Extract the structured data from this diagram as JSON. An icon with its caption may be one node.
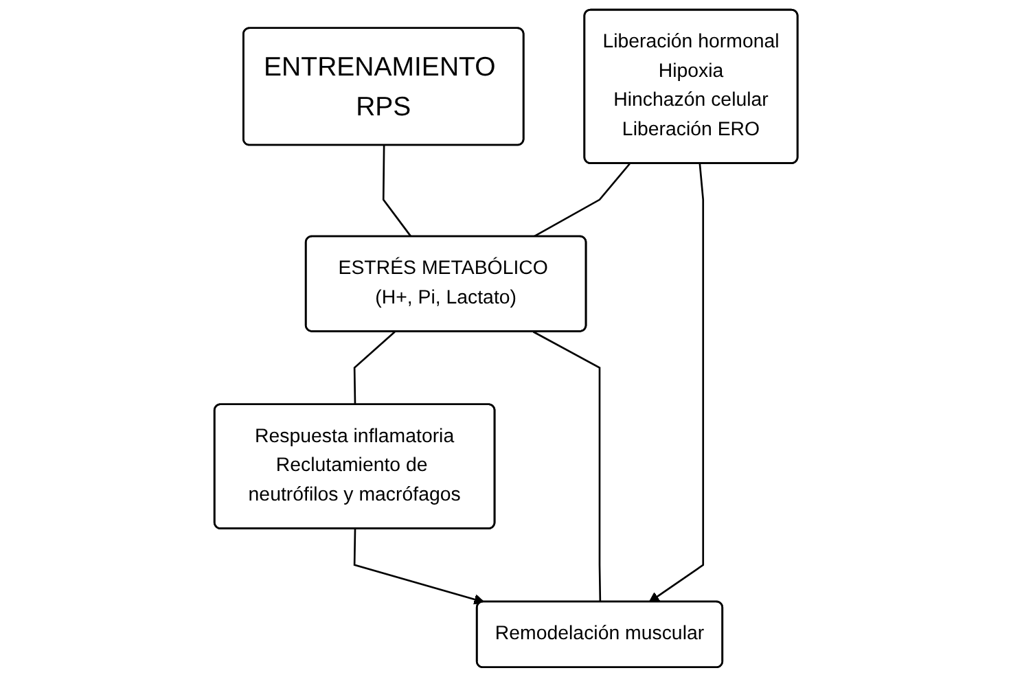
{
  "diagram": {
    "nodes": [
      {
        "text": [
          "ENTRENAMIENTO RPS"
        ]
      },
      {
        "text": [
          "Liberación hormonal",
          "Hipoxia",
          "Hinchazón celular",
          "Liberación ERO"
        ]
      },
      {
        "text": [
          "ESTRÉS METABÓLICO (H+, Pi, Lactato)"
        ]
      },
      {
        "text": [
          "Respuesta inflamatoria",
          "Reclutamiento de neutrófilos y macrófagos"
        ]
      },
      {
        "text": [
          "Remodelación muscular"
        ]
      }
    ],
    "edges": [
      {
        "from": 0,
        "to": 2,
        "arrow": "none"
      },
      {
        "from": 1,
        "to": 2,
        "arrow": "none"
      },
      {
        "from": 2,
        "to": 3,
        "arrow": "none"
      },
      {
        "from": 2,
        "to": 4,
        "arrow": "none"
      },
      {
        "from": 1,
        "to": 4,
        "arrow": "to"
      },
      {
        "from": 3,
        "to": 4,
        "arrow": "to"
      }
    ]
  }
}
